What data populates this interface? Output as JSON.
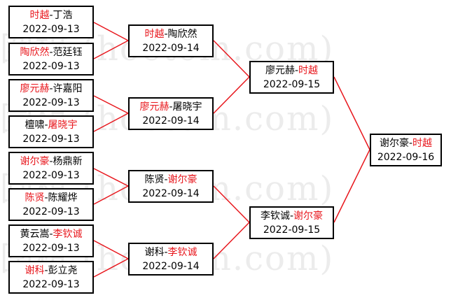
{
  "watermark": "圍棋 (hoetom.com)",
  "colors": {
    "winner": "#e8171d",
    "line": "#e8171d",
    "border": "#000000"
  },
  "round1": [
    {
      "p1": "时越",
      "p2": "丁浩",
      "winner": 1,
      "date": "2022-09-13"
    },
    {
      "p1": "陶欣然",
      "p2": "范廷钰",
      "winner": 1,
      "date": "2022-09-13"
    },
    {
      "p1": "廖元赫",
      "p2": "许嘉阳",
      "winner": 1,
      "date": "2022-09-13"
    },
    {
      "p1": "檀啸",
      "p2": "屠晓宇",
      "winner": 2,
      "date": "2022-09-13"
    },
    {
      "p1": "谢尔豪",
      "p2": "杨鼎新",
      "winner": 1,
      "date": "2022-09-13"
    },
    {
      "p1": "陈贤",
      "p2": "陈耀烨",
      "winner": 1,
      "date": "2022-09-13"
    },
    {
      "p1": "黄云嵩",
      "p2": "李钦诚",
      "winner": 2,
      "date": "2022-09-13"
    },
    {
      "p1": "谢科",
      "p2": "彭立尧",
      "winner": 1,
      "date": "2022-09-13"
    }
  ],
  "round2": [
    {
      "p1": "时越",
      "p2": "陶欣然",
      "winner": 1,
      "date": "2022-09-14"
    },
    {
      "p1": "廖元赫",
      "p2": "屠晓宇",
      "winner": 1,
      "date": "2022-09-14"
    },
    {
      "p1": "陈贤",
      "p2": "谢尔豪",
      "winner": 2,
      "date": "2022-09-14"
    },
    {
      "p1": "谢科",
      "p2": "李钦诚",
      "winner": 2,
      "date": "2022-09-14"
    }
  ],
  "round3": [
    {
      "p1": "廖元赫",
      "p2": "时越",
      "winner": 2,
      "date": "2022-09-15"
    },
    {
      "p1": "李钦诚",
      "p2": "谢尔豪",
      "winner": 2,
      "date": "2022-09-15"
    }
  ],
  "final": [
    {
      "p1": "谢尔豪",
      "p2": "时越",
      "winner": 2,
      "date": "2022-09-16"
    }
  ]
}
